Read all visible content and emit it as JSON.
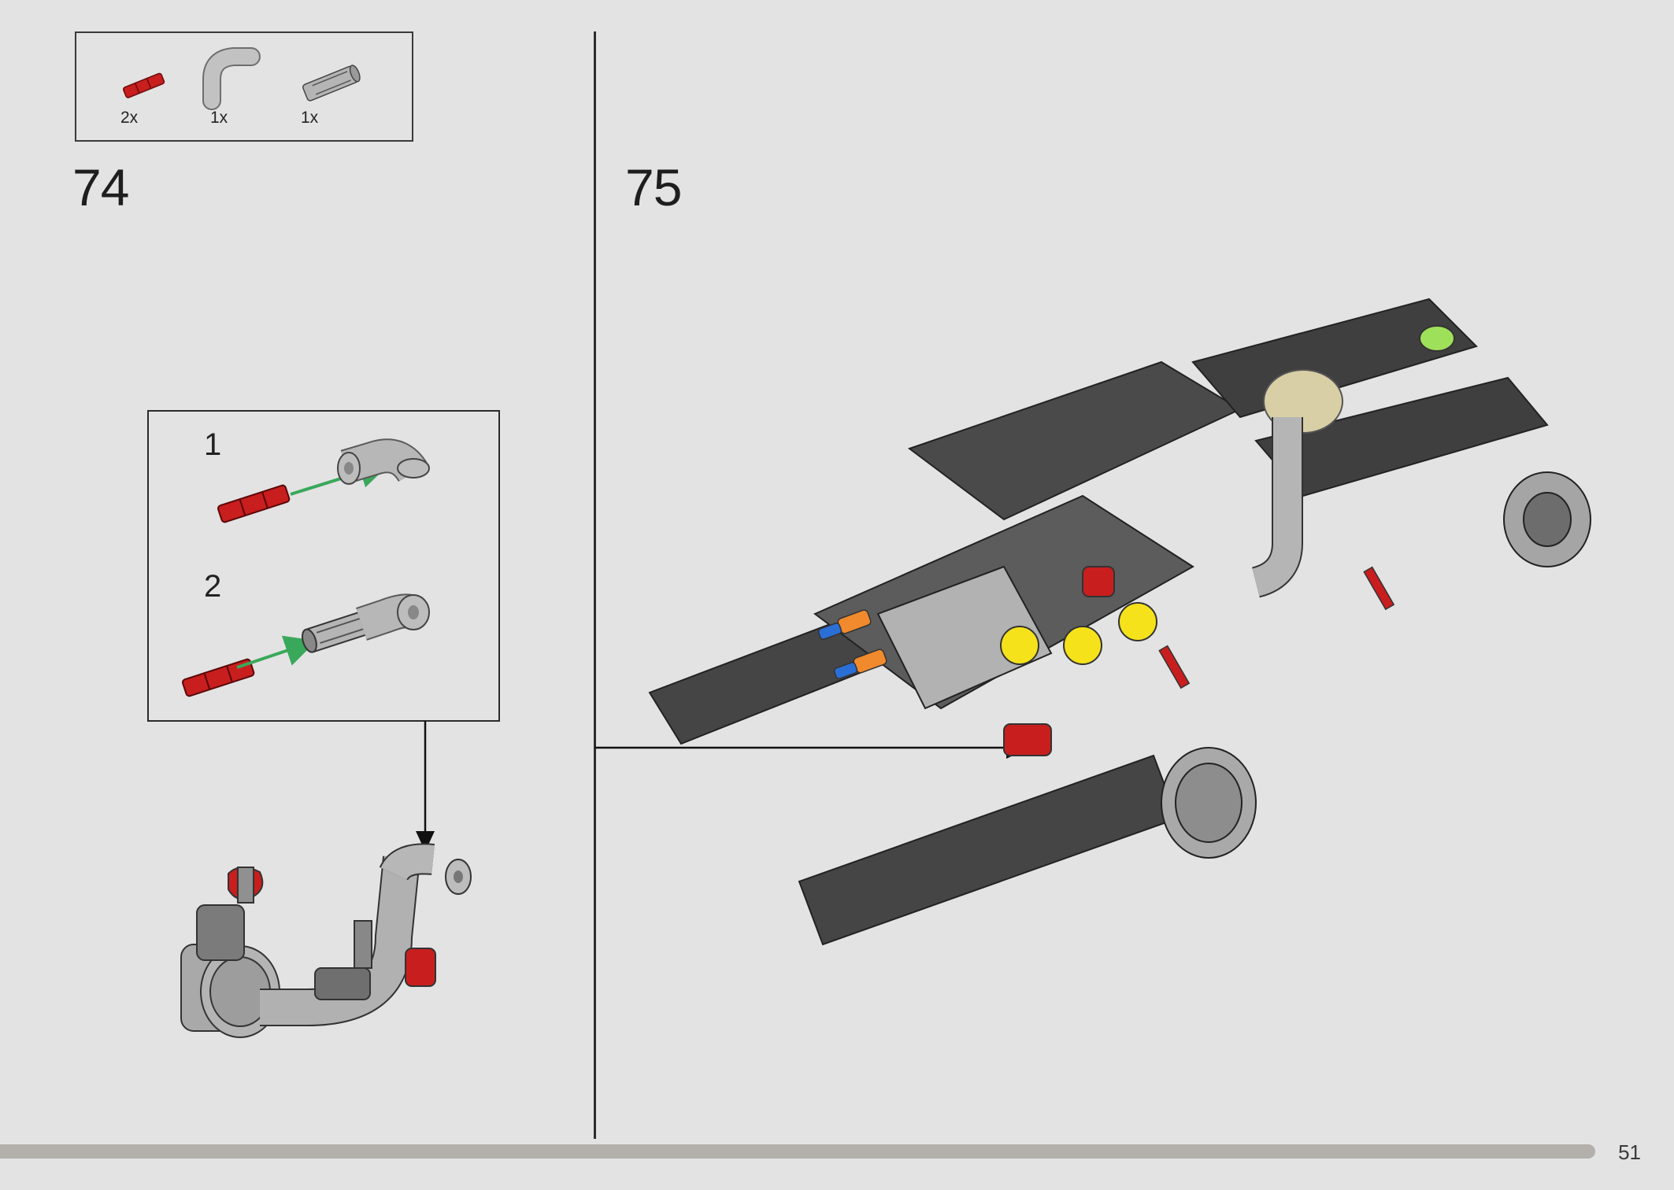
{
  "parts_list": {
    "items": [
      {
        "name": "red-axle-pin",
        "qty": "2x"
      },
      {
        "name": "gray-bent-pipe",
        "qty": "1x"
      },
      {
        "name": "gray-connector",
        "qty": "1x"
      }
    ]
  },
  "step_74": {
    "number": "74",
    "substeps": [
      {
        "number": "1"
      },
      {
        "number": "2"
      }
    ]
  },
  "step_75": {
    "number": "75"
  },
  "page": {
    "number": "51"
  },
  "colors": {
    "background": "#e3e3e3",
    "red_part": "#c81e1e",
    "green_arrow": "#3aa85a",
    "dark_gray": "#3d3d3d",
    "light_gray": "#a8a8a8",
    "blue_pin": "#2a6fd6",
    "orange_part": "#f08a2c",
    "yellow_part": "#f5e21a",
    "lime_part": "#9fe05a",
    "tan_part": "#d8cfa6"
  }
}
